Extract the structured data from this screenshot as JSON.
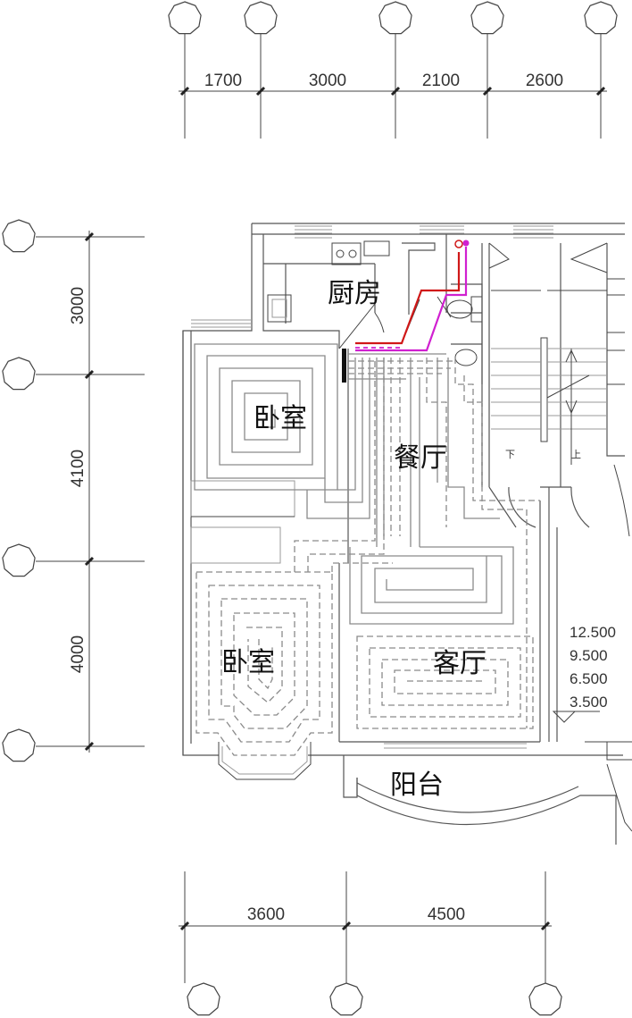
{
  "dimensions": {
    "top": [
      "1700",
      "3000",
      "2100",
      "2600"
    ],
    "left": [
      "3000",
      "4100",
      "4000"
    ],
    "bottom": [
      "3600",
      "4500"
    ]
  },
  "rooms": {
    "kitchen": "厨房",
    "bedroom_upper": "卧室",
    "dining": "餐厅",
    "bedroom_lower": "卧室",
    "living": "客厅",
    "balcony": "阳台"
  },
  "stairs": {
    "down": "下",
    "up": "上"
  },
  "elevations": [
    "12.500",
    "9.500",
    "6.500",
    "3.500"
  ],
  "colors": {
    "supply_pipe": "#d01818",
    "return_pipe": "#d020d0",
    "heating_coil": "#8a8a8a"
  }
}
